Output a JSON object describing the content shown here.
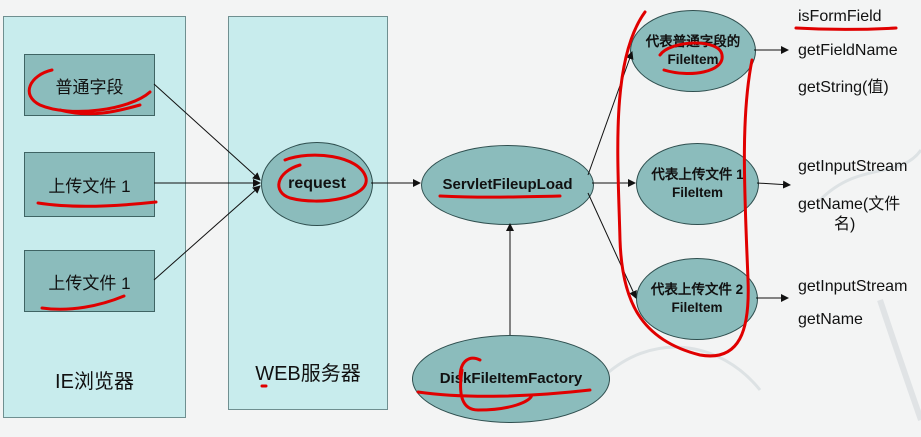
{
  "browser": {
    "label": "IE浏览器",
    "fields": [
      "普通字段",
      "上传文件 1",
      "上传文件 1"
    ]
  },
  "server": {
    "label": "WEB服务器"
  },
  "nodes": {
    "request": "request",
    "servlet_upload": "ServletFileupLoad",
    "factory": "DiskFileItemFactory"
  },
  "file_items": [
    {
      "line1": "代表普通字段的",
      "line2": "FileItem",
      "methods": [
        "isFormField",
        "getFieldName",
        "getString(值)"
      ]
    },
    {
      "line1": "代表上传文件 1",
      "line2": "FileItem",
      "methods": [
        "getInputStream",
        "getName(文件",
        "名)"
      ]
    },
    {
      "line1": "代表上传文件 2",
      "line2": "FileItem",
      "methods": [
        "getInputStream",
        "getName"
      ]
    }
  ],
  "colors": {
    "panel": "#c8eced",
    "node": "#8bbcbc",
    "annotation": "#e00000"
  }
}
